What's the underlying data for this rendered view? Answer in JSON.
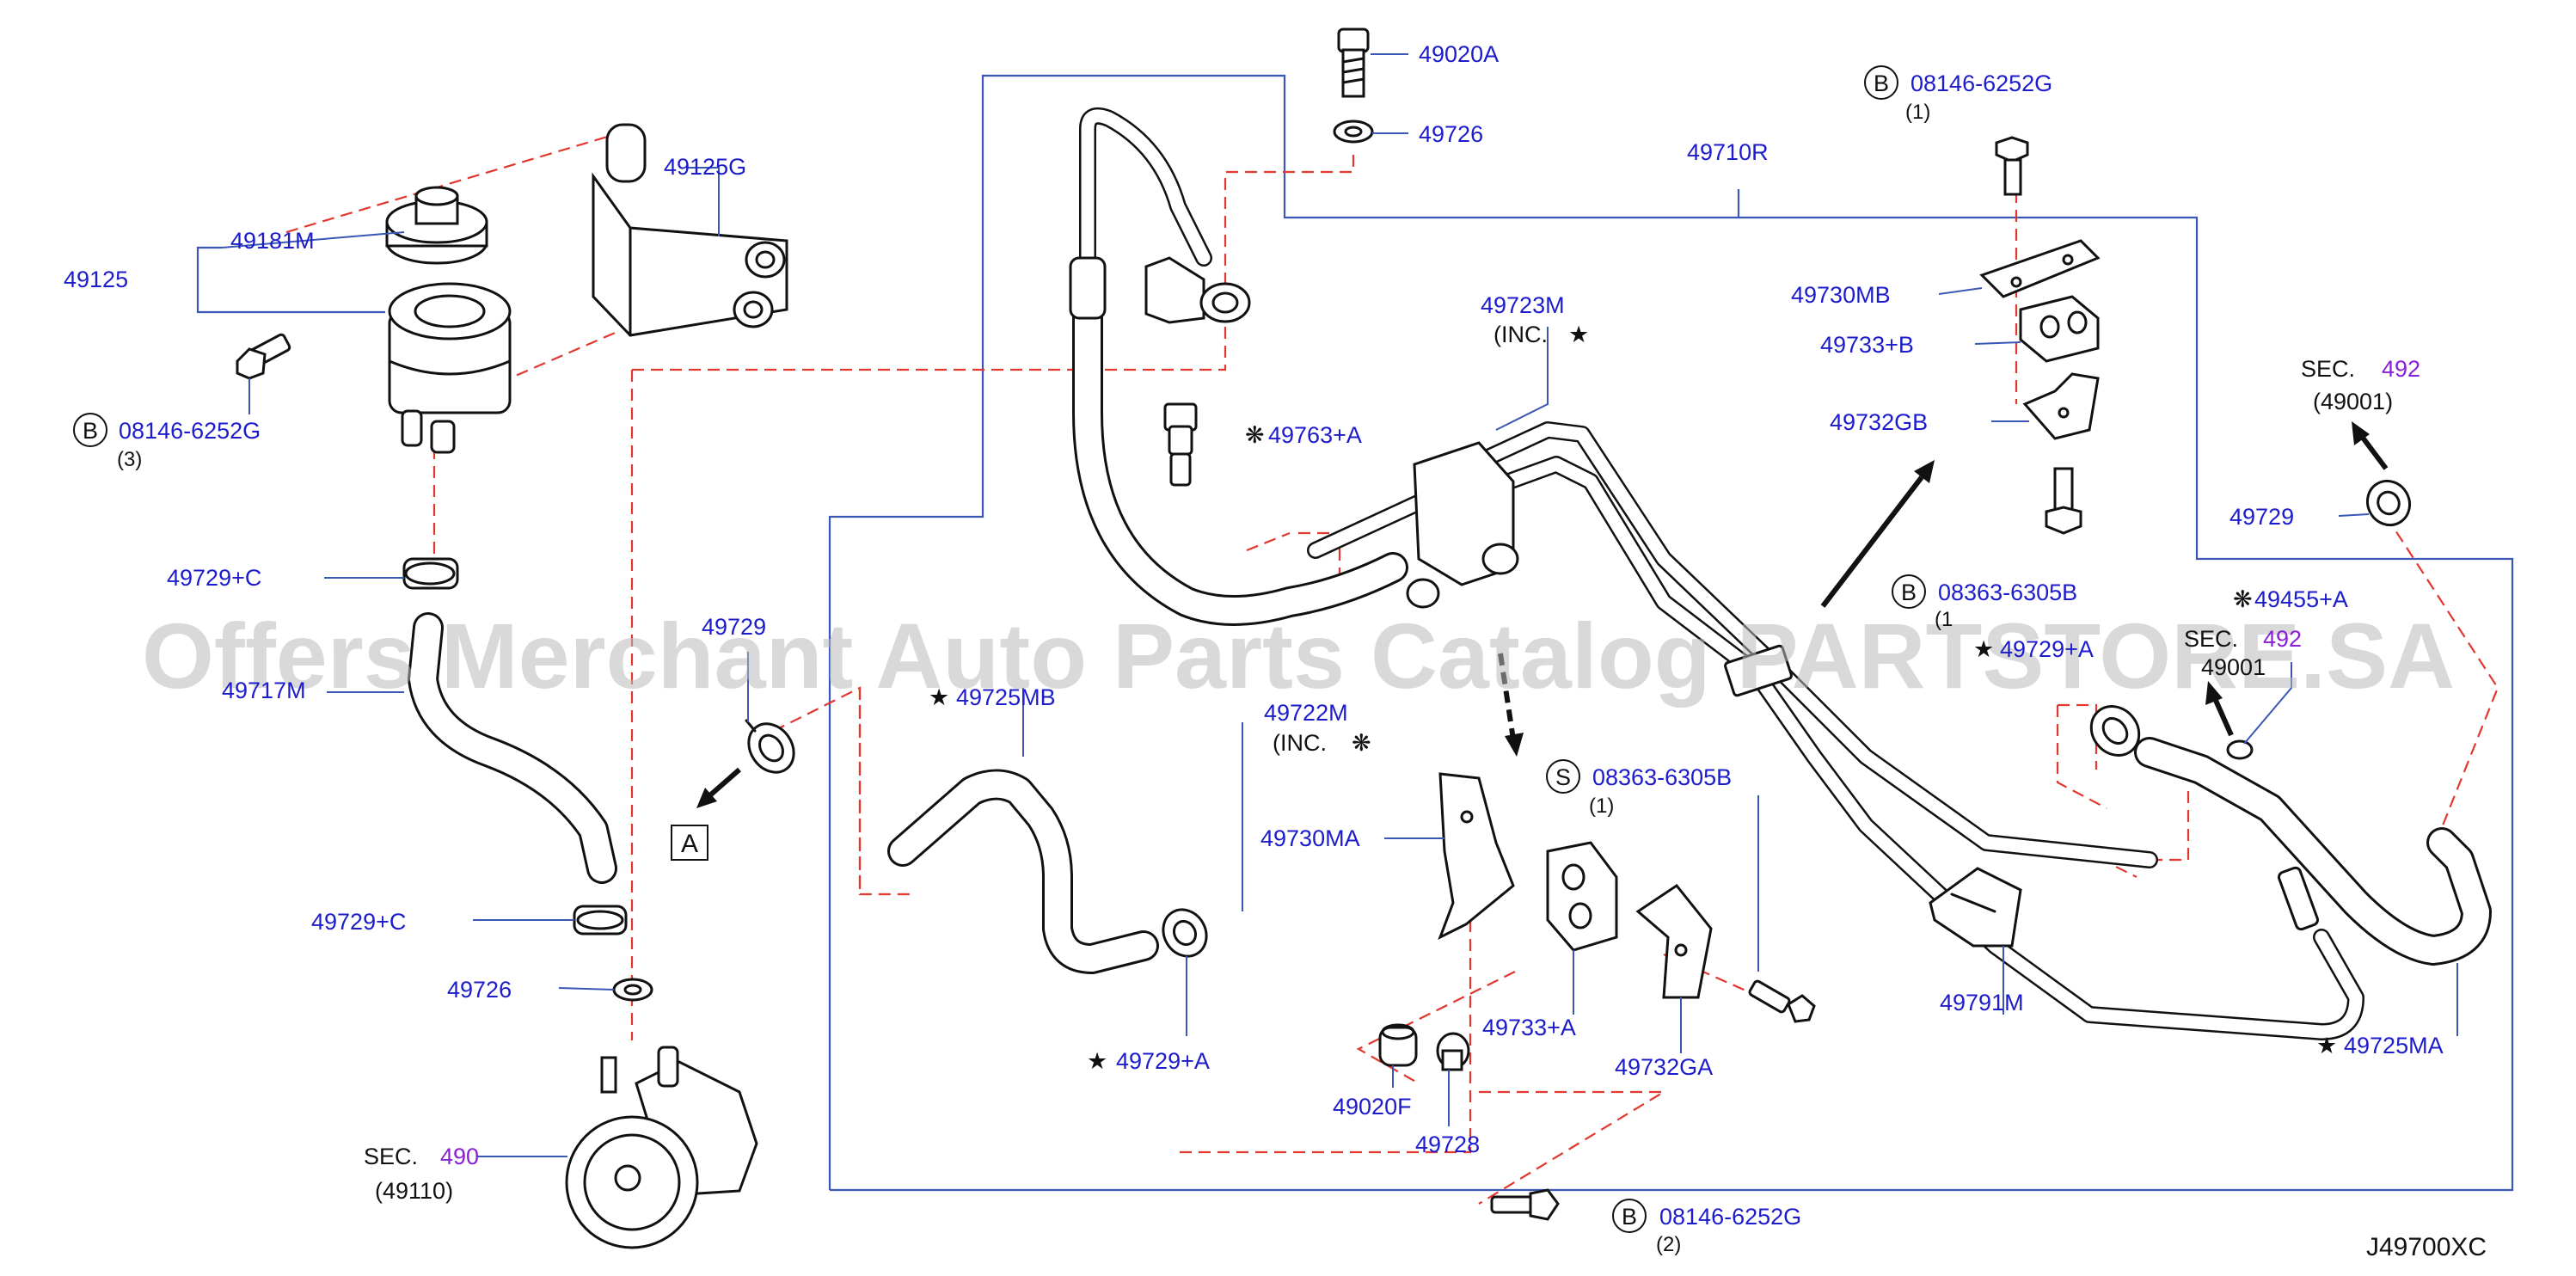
{
  "diagram_code": "J49700XC",
  "watermark": "Offers Merchant Auto Parts Catalog PARTSTORE.SA",
  "labels": {
    "l49125": "49125",
    "l49181M": "49181M",
    "l49125G": "49125G",
    "b1_mark": "B",
    "b1_part": "08146-6252G",
    "b1_qty": "(3)",
    "l49729C_1": "49729+C",
    "l49717M": "49717M",
    "l49729_left": "49729",
    "boxA": "A",
    "l49729C_2": "49729+C",
    "l49726_low": "49726",
    "sec490_prefix": "SEC.",
    "sec490_num": "490",
    "sec490_sub": "(49110)",
    "l49020A": "49020A",
    "l49726_top": "49726",
    "l49763A": "49763+A",
    "l49725MB": "49725MB",
    "l49722M": "49722M",
    "l49722M_inc": "(INC.",
    "l49729A_mid": "49729+A",
    "l49710R": "49710R",
    "l49723M": "49723M",
    "l49723M_inc": "(INC.",
    "l49730MA": "49730MA",
    "s_mark": "S",
    "s_part": "08363-6305B",
    "s_qty": "(1)",
    "l49733A": "49733+A",
    "l49020F": "49020F",
    "l49728": "49728",
    "l49732GA": "49732GA",
    "b3_mark": "B",
    "b3_part": "08146-6252G",
    "b3_qty": "(2)",
    "b2_mark": "B",
    "b2_part": "08146-6252G",
    "b2_qty": "(1)",
    "l49730MB": "49730MB",
    "l49733B": "49733+B",
    "l49732GB": "49732GB",
    "b4_mark": "B",
    "b4_part": "08363-6305B",
    "b4_qty": "(1",
    "l49729A_right": "49729+A",
    "l49791M": "49791M",
    "sec492a_prefix": "SEC.",
    "sec492a_num": "492",
    "sec492a_sub": "(49001)",
    "l49729_right": "49729",
    "l49455A": "49455+A",
    "sec492b_prefix": "SEC.",
    "sec492b_num": "492",
    "sec492b_sub": "49001",
    "l49725MA": "49725MA"
  },
  "symbols": {
    "star": "★",
    "snowflake": "❋"
  },
  "colors": {
    "label_blue": "#1c1ccc",
    "section_purple": "#8a1fd6",
    "leader_blue": "#3a57b5",
    "dash_red": "#e2372e"
  }
}
